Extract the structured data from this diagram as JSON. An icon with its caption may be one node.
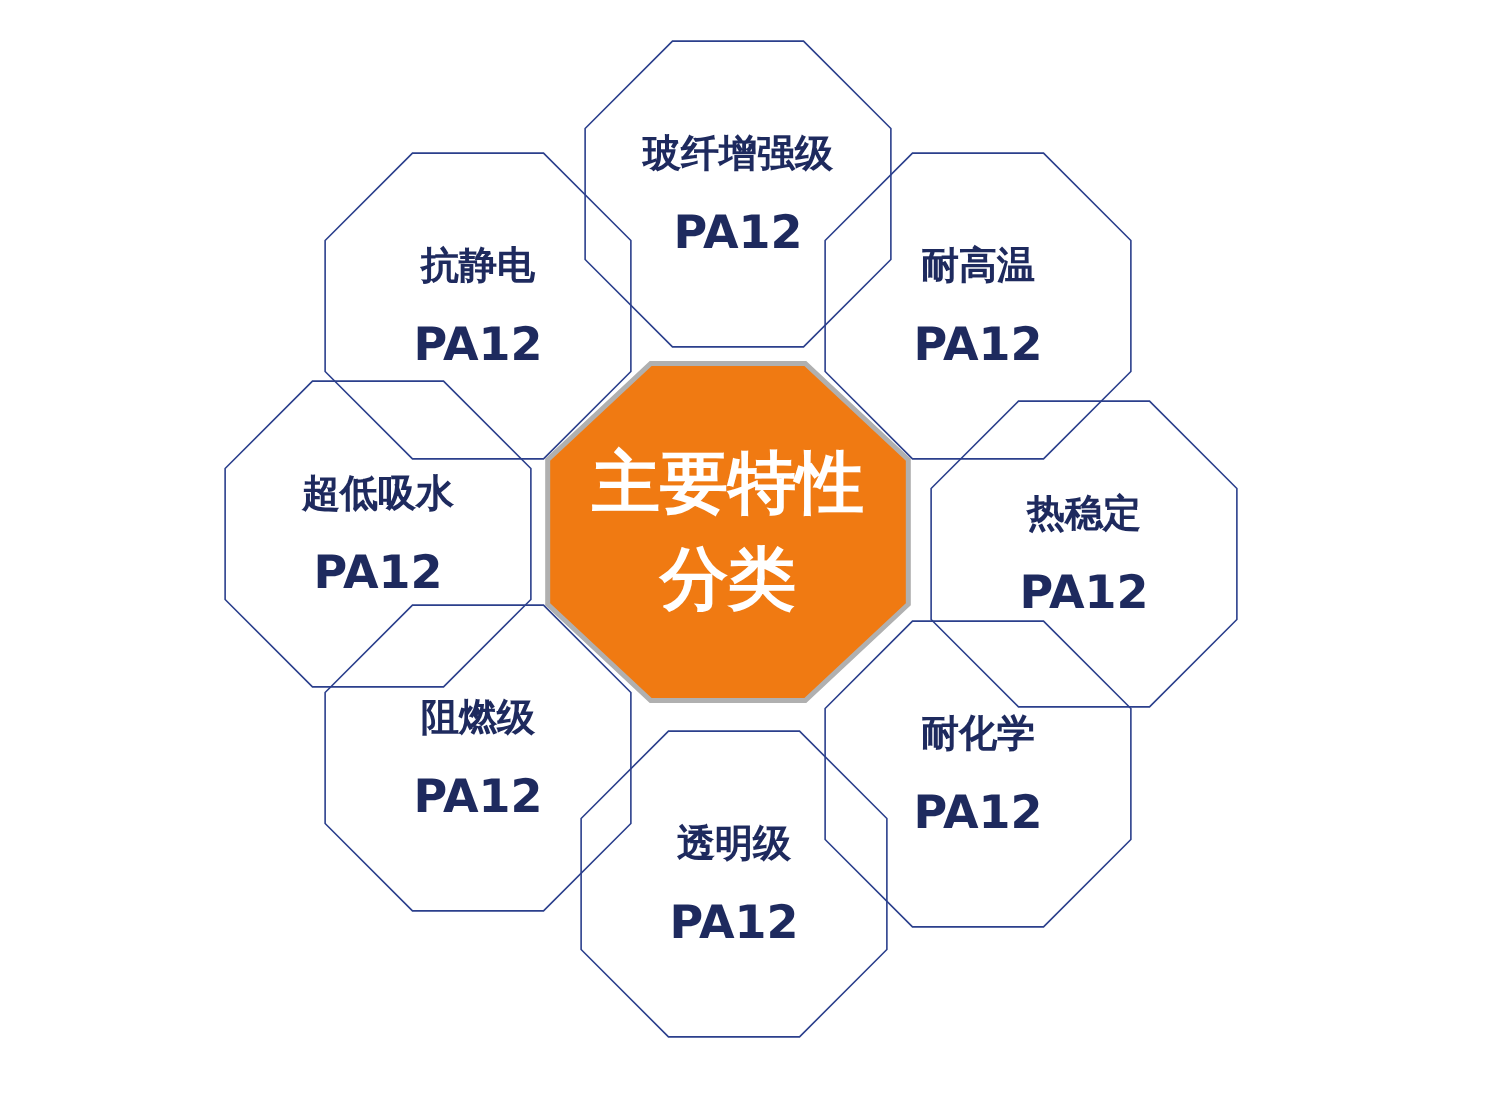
{
  "diagram": {
    "nodes": [
      {
        "text": [
          "主要特性分类"
        ]
      },
      {
        "text": [
          "玻纤增强级",
          "PA12"
        ]
      },
      {
        "text": [
          "抗静电",
          "PA12"
        ]
      },
      {
        "text": [
          "耐高温",
          "PA12"
        ]
      },
      {
        "text": [
          "超低吸水",
          "PA12"
        ]
      },
      {
        "text": [
          "热稳定",
          "PA12"
        ]
      },
      {
        "text": [
          "阻燃级",
          "PA12"
        ]
      },
      {
        "text": [
          "耐化学",
          "PA12"
        ]
      },
      {
        "text": [
          "透明级",
          "PA12"
        ]
      }
    ]
  }
}
